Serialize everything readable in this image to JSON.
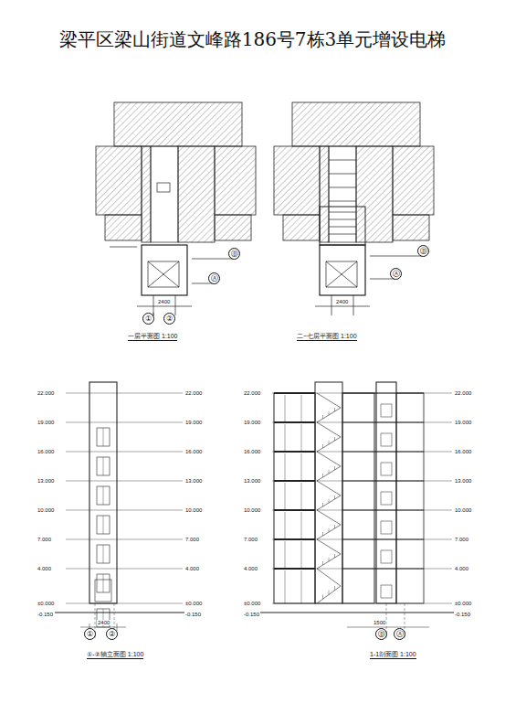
{
  "diagram": {
    "title": "梁平区梁山街道文峰路186号7栋3单元增设电梯",
    "nodes": [
      {
        "text": [
          "①"
        ]
      },
      {
        "text": [
          "②"
        ]
      },
      {
        "text": [
          "Ⓑ"
        ]
      },
      {
        "text": [
          "Ⓐ"
        ]
      },
      {
        "text": [
          "Ⓑ"
        ]
      },
      {
        "text": [
          "Ⓐ"
        ]
      },
      {
        "text": [
          "①"
        ]
      },
      {
        "text": [
          "②"
        ]
      },
      {
        "text": [
          "Ⓑ"
        ]
      },
      {
        "text": [
          "Ⓐ"
        ]
      }
    ],
    "labels": [
      "一层平面图 1:100",
      "二~七层平面图 1:100",
      "①-②轴立面图 1:100",
      "1-1剖面图 1:100",
      "22.000",
      "19.000",
      "16.000",
      "13.000",
      "10.000",
      "7.000",
      "4.000",
      "±0.000",
      "-0.150",
      "22.000",
      "19.000",
      "16.000",
      "13.000",
      "10.000",
      "7.000",
      "4.000",
      "±0.000",
      "-0.150",
      "22.000",
      "19.000",
      "16.000",
      "13.000",
      "10.000",
      "7.000",
      "4.000",
      "±0.000",
      "-0.150",
      "22.000",
      "19.000",
      "16.000",
      "13.000",
      "10.000",
      "7.000",
      "4.000",
      "±0.000",
      "-0.150",
      "2400",
      "2400",
      "2400",
      "1500"
    ]
  }
}
